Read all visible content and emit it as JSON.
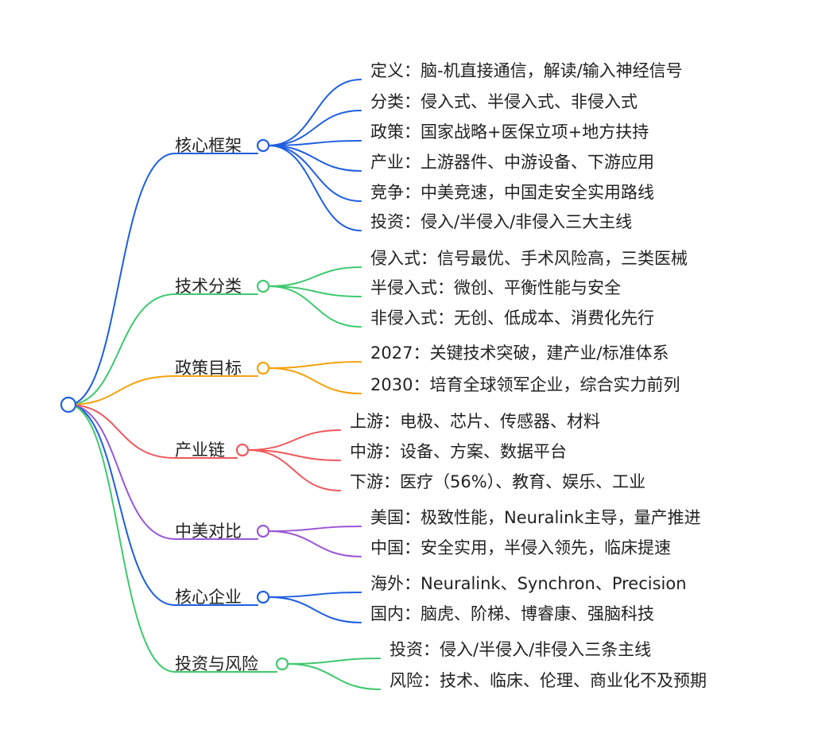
{
  "colors": {
    "blue": "#1f5fe0",
    "green": "#3ec96e",
    "orange": "#f5a20f",
    "red": "#f0585b",
    "purple": "#9a57d6"
  },
  "branches": [
    {
      "label": "核心框架",
      "color": "blue",
      "leaves": [
        "定义：脑-机直接通信，解读/输入神经信号",
        "分类：侵入式、半侵入式、非侵入式",
        "政策：国家战略+医保立项+地方扶持",
        "产业：上游器件、中游设备、下游应用",
        "竞争：中美竞速，中国走安全实用路线",
        "投资：侵入/半侵入/非侵入三大主线"
      ]
    },
    {
      "label": "技术分类",
      "color": "green",
      "leaves": [
        "侵入式：信号最优、手术风险高，三类医械",
        "半侵入式：微创、平衡性能与安全",
        "非侵入式：无创、低成本、消费化先行"
      ]
    },
    {
      "label": "政策目标",
      "color": "orange",
      "leaves": [
        "2027：关键技术突破，建产业/标准体系",
        "2030：培育全球领军企业，综合实力前列"
      ]
    },
    {
      "label": "产业链",
      "color": "red",
      "leaves": [
        "上游：电极、芯片、传感器、材料",
        "中游：设备、方案、数据平台",
        "下游：医疗（56%）、教育、娱乐、工业"
      ]
    },
    {
      "label": "中美对比",
      "color": "purple",
      "leaves": [
        "美国：极致性能，Neuralink主导，量产推进",
        "中国：安全实用，半侵入领先，临床提速"
      ]
    },
    {
      "label": "核心企业",
      "color": "blue",
      "leaves": [
        "海外：Neuralink、Synchron、Precision",
        "国内：脑虎、阶梯、博睿康、强脑科技"
      ]
    },
    {
      "label": "投资与风险",
      "color": "green",
      "leaves": [
        "投资：侵入/半侵入/非侵入三条主线",
        "风险：技术、临床、伦理、商业化不及预期"
      ]
    }
  ]
}
